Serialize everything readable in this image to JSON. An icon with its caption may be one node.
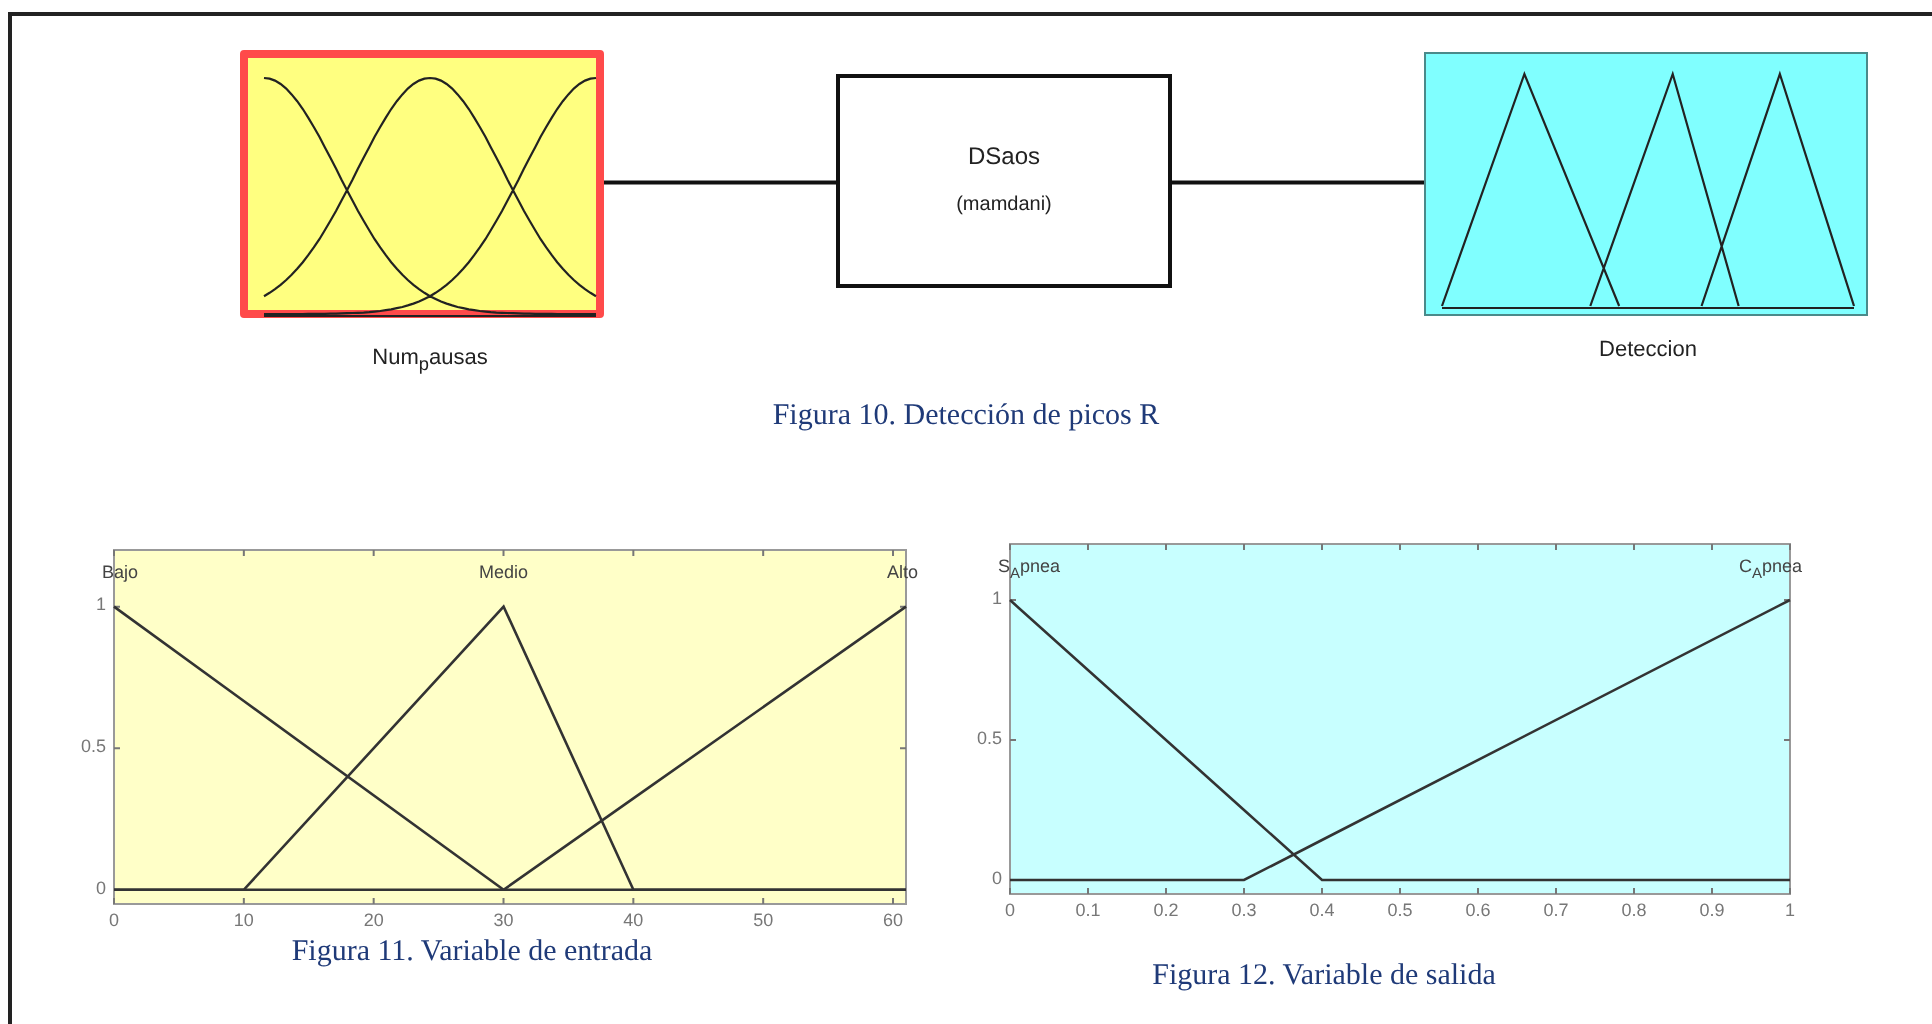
{
  "diagram": {
    "nodes": [
      {
        "text": [
          "Num$_{p}$ausas"
        ]
      },
      {
        "text": [
          "DSaos",
          "(mamdani)"
        ]
      },
      {
        "text": [
          "Deteccion"
        ]
      }
    ],
    "edges": [
      {
        "from": 0,
        "to": 1,
        "arrow": "none"
      },
      {
        "from": 1,
        "to": 2,
        "arrow": "none"
      }
    ],
    "labels": [
      "Figura 10. Detección de picos R",
      "Figura 11. Variable de entrada",
      "Figura 12. Variable de salida"
    ],
    "chart_data": [
      {
        "type": "line",
        "x": [
          0,
          10,
          30,
          40,
          61
        ],
        "series": [
          {
            "name": "Bajo",
            "color": "#333333",
            "values": [
              1,
              0.667,
              0,
              0,
              0
            ]
          },
          {
            "name": "Medio",
            "color": "#333333",
            "values": [
              0,
              0,
              1,
              0,
              0
            ]
          },
          {
            "name": "Alto",
            "color": "#333333",
            "values": [
              0,
              0,
              0,
              0.323,
              1
            ]
          }
        ],
        "xlim": [
          0,
          61
        ],
        "ylim": [
          -0.05,
          1.2
        ],
        "xticks": [
          0,
          10,
          20,
          30,
          40,
          50,
          60
        ],
        "yticks": [
          0,
          0.5,
          1
        ]
      },
      {
        "type": "line",
        "x": [
          0,
          0.3,
          0.4,
          1
        ],
        "series": [
          {
            "name": "S$_{A}$pnea",
            "color": "#333333",
            "values": [
              1,
              0.25,
              0,
              0
            ]
          },
          {
            "name": "C$_{A}$pnea",
            "color": "#333333",
            "values": [
              0,
              0,
              0.143,
              1
            ]
          }
        ],
        "xlim": [
          0,
          1
        ],
        "ylim": [
          -0.05,
          1.2
        ],
        "xticks": [
          0,
          0.1,
          0.2,
          0.3,
          0.4,
          0.5,
          0.6,
          0.7,
          0.8,
          0.9,
          1
        ],
        "yticks": [
          0,
          0.5,
          1
        ]
      }
    ]
  }
}
